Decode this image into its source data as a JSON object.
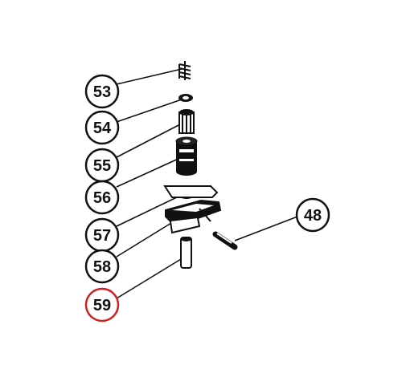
{
  "diagram": {
    "callouts": [
      {
        "id": "53",
        "label": "53",
        "highlighted": false
      },
      {
        "id": "54",
        "label": "54",
        "highlighted": false
      },
      {
        "id": "55",
        "label": "55",
        "highlighted": false
      },
      {
        "id": "56",
        "label": "56",
        "highlighted": false
      },
      {
        "id": "57",
        "label": "57",
        "highlighted": false
      },
      {
        "id": "58",
        "label": "58",
        "highlighted": false
      },
      {
        "id": "59",
        "label": "59",
        "highlighted": true
      },
      {
        "id": "48",
        "label": "48",
        "highlighted": false
      }
    ],
    "colors": {
      "ink": "#111111",
      "highlight": "#cc2222",
      "background": "#ffffff"
    }
  }
}
